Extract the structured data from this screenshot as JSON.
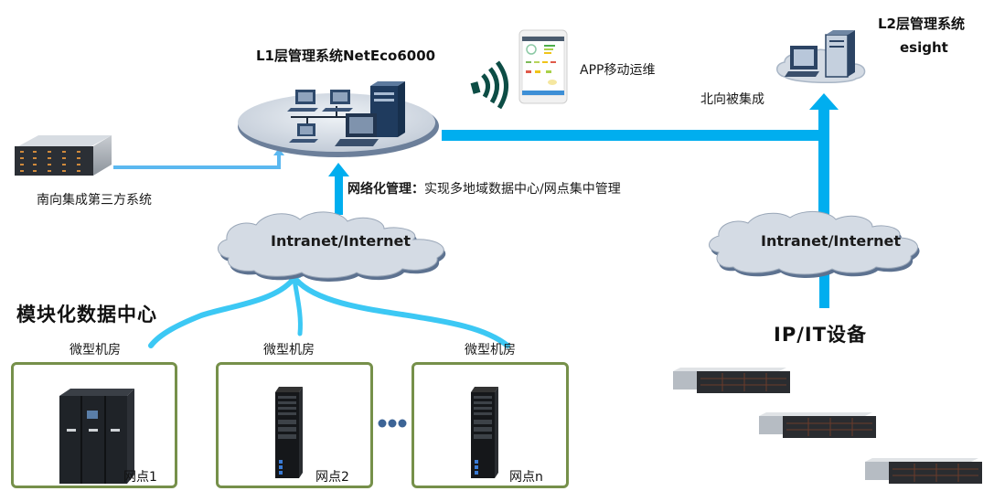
{
  "l1_system": {
    "title": "L1层管理系统NetEco6000"
  },
  "l2_system": {
    "title_line1": "L2层管理系统",
    "title_line2": "esight"
  },
  "app": {
    "label": "APP移动运维"
  },
  "northbound": {
    "label": "北向被集成"
  },
  "southbound": {
    "label": "南向集成第三方系统"
  },
  "network_mgmt": {
    "label_bold": "网络化管理：",
    "label_text": "实现多地域数据中心/网点集中管理"
  },
  "clouds": [
    {
      "label": "Intranet/Internet"
    },
    {
      "label": "Intranet/Internet"
    }
  ],
  "modular_dc": {
    "title": "模块化数据中心"
  },
  "ip_it": {
    "title": "IP/IT设备"
  },
  "sites": [
    {
      "room_label": "微型机房",
      "site_label": "网点1"
    },
    {
      "room_label": "微型机房",
      "site_label": "网点2"
    },
    {
      "room_label": "微型机房",
      "site_label": "网点n"
    }
  ],
  "colors": {
    "link_blue": "#00aeef",
    "link_light_blue": "#5bb8f0",
    "site_border": "#76904a",
    "cloud_fill": "#d4dbe4",
    "cloud_shadow": "#5d7290",
    "device_dark": "#1e2a3a",
    "ellipsis_dots": "#3c6496"
  }
}
